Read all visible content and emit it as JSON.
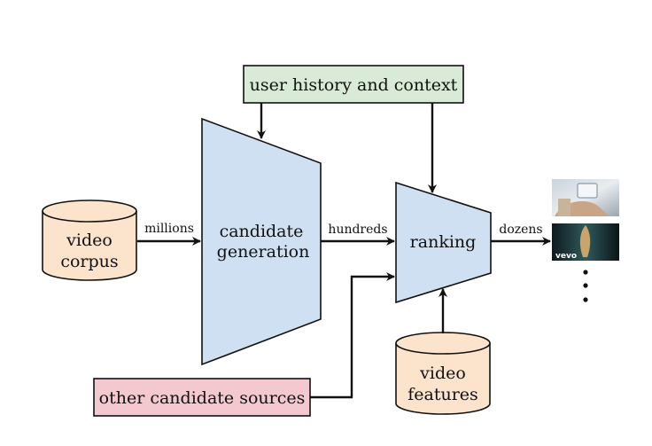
{
  "colors": {
    "blue_fill": "#cfe0f2",
    "green_fill": "#d8ebd6",
    "peach_fill": "#fbe3cc",
    "pink_fill": "#f3c9cf",
    "stroke": "#111111"
  },
  "nodes": {
    "user_history": "user history and context",
    "video_corpus_line1": "video",
    "video_corpus_line2": "corpus",
    "candidate_generation_line1": "candidate",
    "candidate_generation_line2": "generation",
    "ranking": "ranking",
    "video_features_line1": "video",
    "video_features_line2": "features",
    "other_sources": "other candidate sources"
  },
  "edges": {
    "millions": "millions",
    "hundreds": "hundreds",
    "dozens": "dozens"
  },
  "thumbnails": {
    "vevo_logo": "vevo"
  }
}
